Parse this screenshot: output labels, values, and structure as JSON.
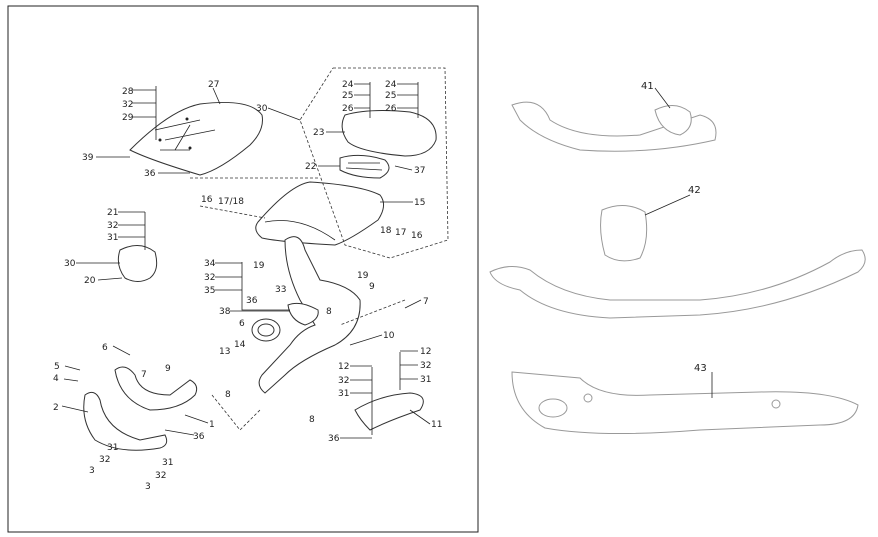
{
  "callouts": [
    "28",
    "32",
    "29",
    "27",
    "30",
    "39",
    "36",
    "24",
    "25",
    "26",
    "24",
    "25",
    "26",
    "23",
    "22",
    "37",
    "15",
    "16",
    "17/18",
    "21",
    "32",
    "31",
    "30",
    "20",
    "19",
    "18",
    "17",
    "16",
    "19",
    "9",
    "34",
    "32",
    "35",
    "36",
    "33",
    "8",
    "38",
    "7",
    "6",
    "10",
    "14",
    "13",
    "12",
    "32",
    "31",
    "12",
    "32",
    "31",
    "6",
    "9",
    "5",
    "4",
    "7",
    "8",
    "8",
    "1",
    "2",
    "36",
    "31",
    "32",
    "3",
    "31",
    "32",
    "3",
    "11",
    "36"
  ],
  "accessories": [
    "41",
    "42",
    "43"
  ]
}
